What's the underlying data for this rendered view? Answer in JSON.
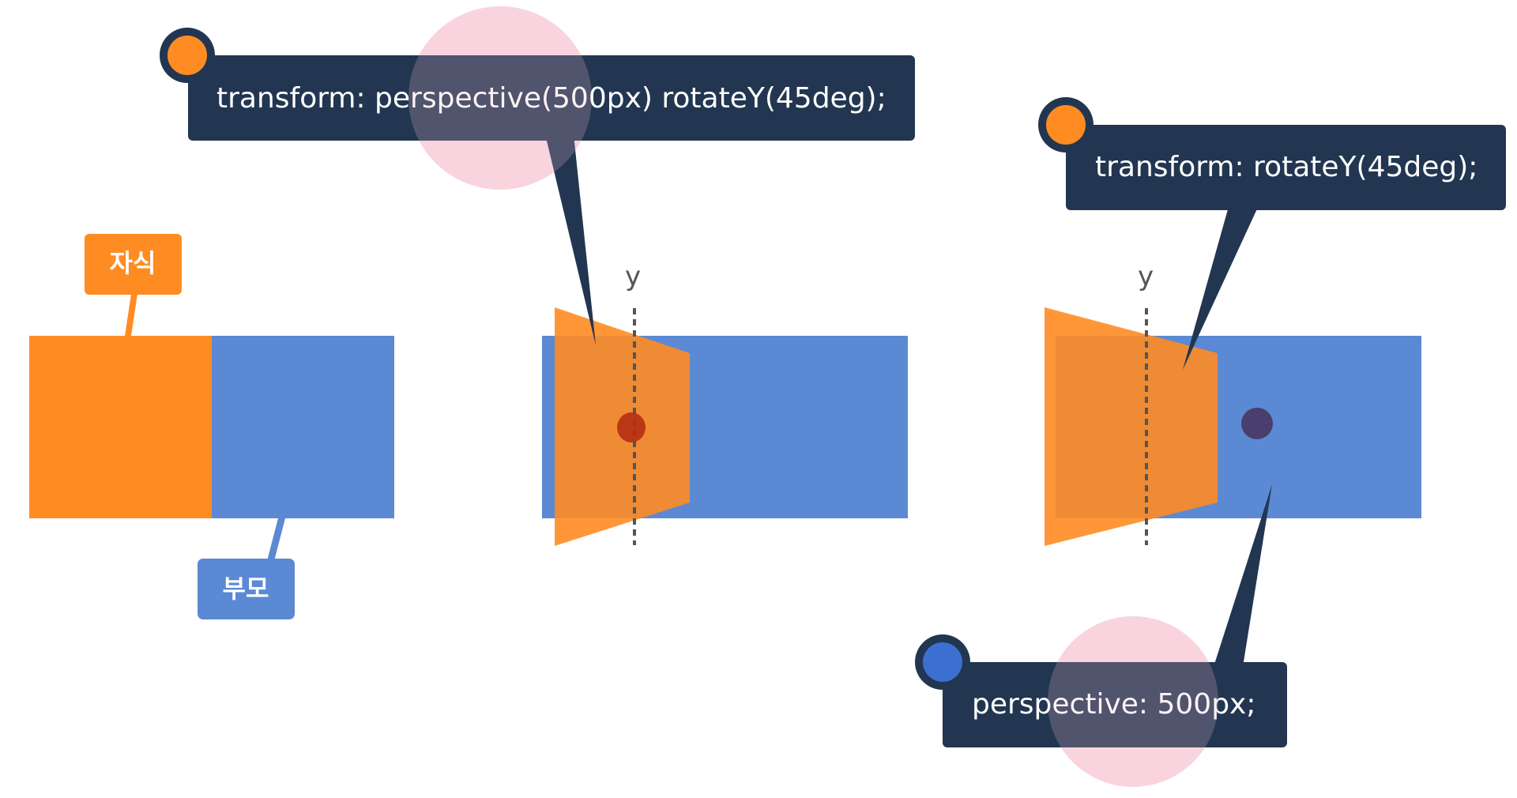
{
  "colors": {
    "child": "#FF8C22",
    "child_transformed": "#F29035",
    "parent": "#5B89D3",
    "bubble": "#223651",
    "dot_orange": "#FF8C22",
    "dot_blue": "#3B70D0",
    "highlight": "#F7C5D3",
    "center_point_red": "#B52E12",
    "center_point_purple": "#4A3E6E",
    "axis_line": "#555555"
  },
  "labels": {
    "child_tag": "자식",
    "parent_tag": "부모"
  },
  "callouts": {
    "middle_code": "transform: perspective(500px) rotateY(45deg);",
    "right_code": "transform: rotateY(45deg);",
    "bottom_code": "perspective: 500px;"
  },
  "axis": {
    "middle_label": "y",
    "right_label": "y"
  }
}
